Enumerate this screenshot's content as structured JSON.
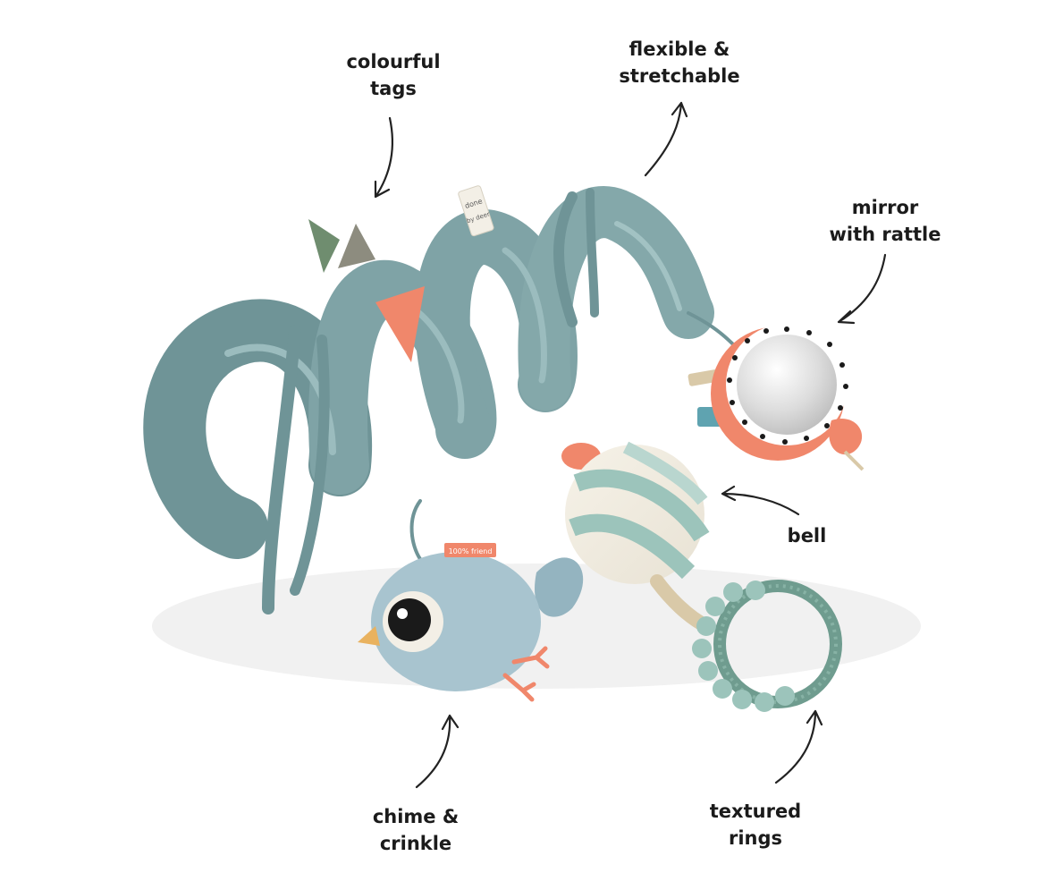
{
  "labels": {
    "colourful_tags": {
      "line1": "colourful",
      "line2": "tags"
    },
    "flexible": {
      "line1": "flexible &",
      "line2": "stretchable"
    },
    "mirror": {
      "line1": "mirror",
      "line2": "with rattle"
    },
    "bell": {
      "line1": "bell"
    },
    "chime": {
      "line1": "chime &",
      "line2": "crinkle"
    },
    "textured": {
      "line1": "textured",
      "line2": "rings"
    }
  },
  "product_tags": {
    "brand_tag": {
      "line1": "done",
      "line2": "by deer"
    },
    "bird_tag": "100% friend"
  },
  "colors": {
    "spiral": "#7fa3a6",
    "spiral_shade": "#5f8488",
    "coral": "#f0876b",
    "bird": "#a8c4cf",
    "mint": "#9cc4bb",
    "ring": "#6f9c8f",
    "cream": "#f3efe6"
  }
}
